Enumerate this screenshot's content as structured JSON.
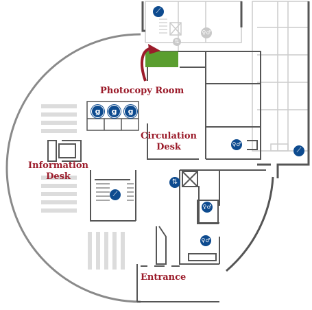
{
  "labels": {
    "photocopy_room": "Photocopy Room",
    "circulation_line1": "Circulation",
    "circulation_line2": "Desk",
    "information_line1": "Information",
    "information_line2": "Desk",
    "entrance": "Entrance"
  },
  "icons": {
    "copier_glyph": "g",
    "restroom_glyph": "♀♂",
    "stairs_glyph": "⟋",
    "elevator_glyph": "⇅"
  },
  "colors": {
    "label_text": "#9b1b2a",
    "highlight_room": "#5a9e2f",
    "arrow": "#9b1b2a",
    "icon_blue": "#0e4b8f",
    "wall": "#555555",
    "light_wall": "#cccccc"
  }
}
